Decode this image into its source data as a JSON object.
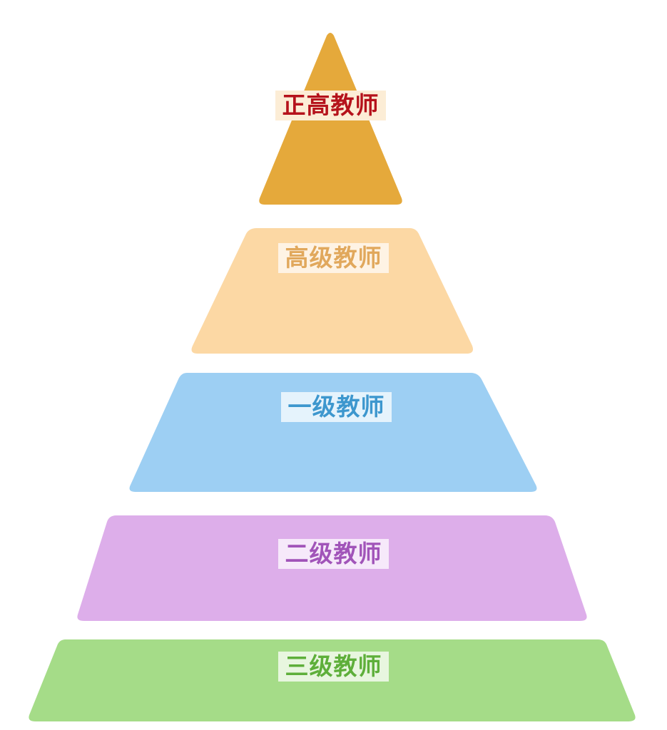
{
  "pyramid": {
    "levels": [
      {
        "id": "zhenggao",
        "label": "正高教师",
        "fill": "#E5A93B",
        "text_color": "#B5121B",
        "label_bg": "#FCEDD6"
      },
      {
        "id": "gaoji",
        "label": "高级教师",
        "fill": "#FCD8A4",
        "text_color": "#E1A85C",
        "label_bg": "#FEF3E4"
      },
      {
        "id": "yiji",
        "label": "一级教师",
        "fill": "#9DCFF3",
        "text_color": "#3D97CE",
        "label_bg": "#E5F3FC"
      },
      {
        "id": "erji",
        "label": "二级教师",
        "fill": "#DDAEEA",
        "text_color": "#A154B9",
        "label_bg": "#F6E9FA"
      },
      {
        "id": "sanji",
        "label": "三级教师",
        "fill": "#A5DC88",
        "text_color": "#5EAF3A",
        "label_bg": "#E8F6DF"
      }
    ]
  }
}
